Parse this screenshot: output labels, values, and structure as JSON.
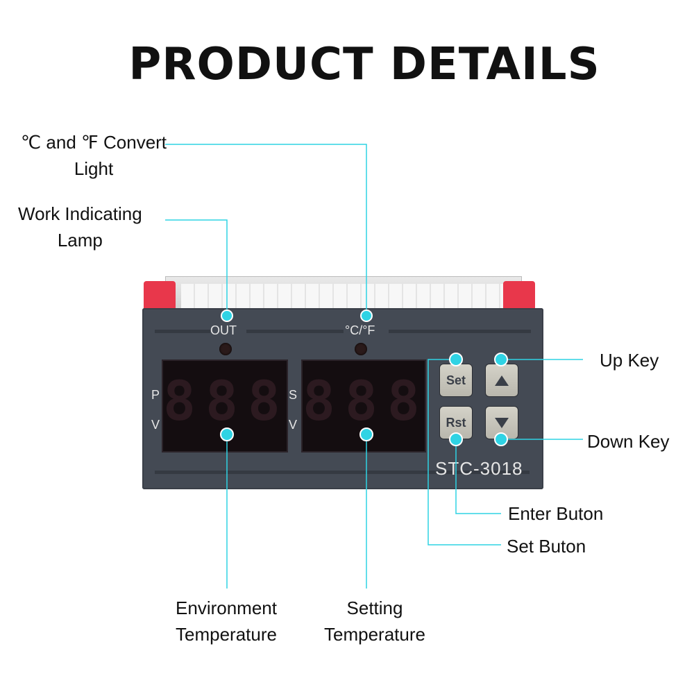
{
  "title": "PRODUCT DETAILS",
  "callouts": {
    "convert_light": [
      "℃ and ℉ Convert",
      "Light"
    ],
    "work_lamp": [
      "Work Indicating",
      "Lamp"
    ],
    "up_key": "Up Key",
    "down_key": "Down Key",
    "enter_button": "Enter Buton",
    "set_button": "Set Buton",
    "env_temp": [
      "Environment",
      "Temperature"
    ],
    "set_temp": [
      "Setting",
      "Temperature"
    ]
  },
  "device": {
    "out_label": "OUT",
    "unit_label": "°C/°F",
    "left_side": [
      "P",
      "V"
    ],
    "right_side": [
      "S",
      "V"
    ],
    "left_digits": "888",
    "right_digits": "888",
    "set_key": "Set",
    "rst_key": "Rst",
    "model": "STC-3018"
  },
  "colors": {
    "callout": "#2fd3e4",
    "device": "#444a54",
    "clip": "#e8374b"
  }
}
